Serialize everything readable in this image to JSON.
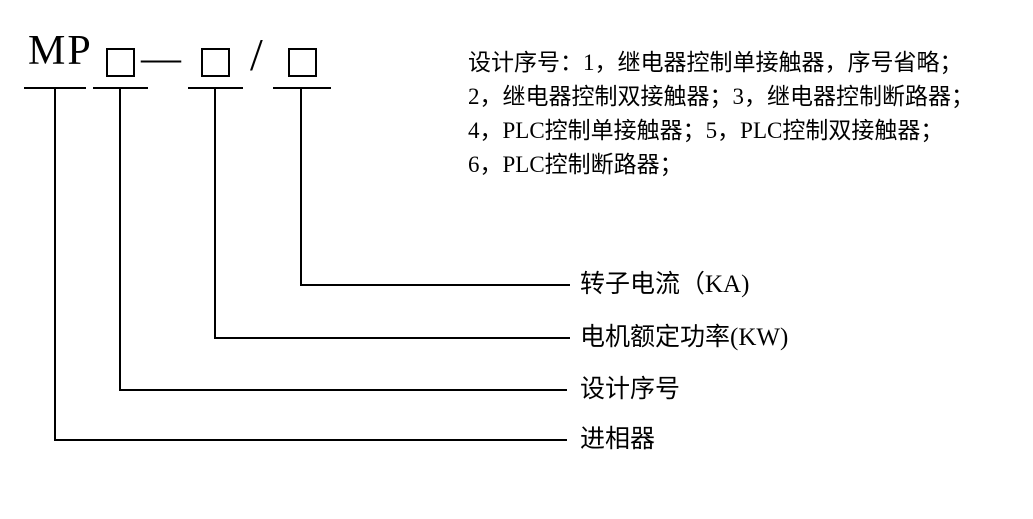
{
  "model_code": {
    "prefix": "MP",
    "dash": "—",
    "slash": "/"
  },
  "legend": {
    "lines": [
      "设计序号：1，继电器控制单接触器，序号省略；",
      "2，继电器控制双接触器；3，继电器控制断路器；",
      "4，PLC控制单接触器；5，PLC控制双接触器；",
      "6，PLC控制断路器；"
    ]
  },
  "callouts": [
    {
      "label": "转子电流（KA)"
    },
    {
      "label": "电机额定功率(KW)"
    },
    {
      "label": "设计序号"
    },
    {
      "label": "进相器"
    }
  ]
}
